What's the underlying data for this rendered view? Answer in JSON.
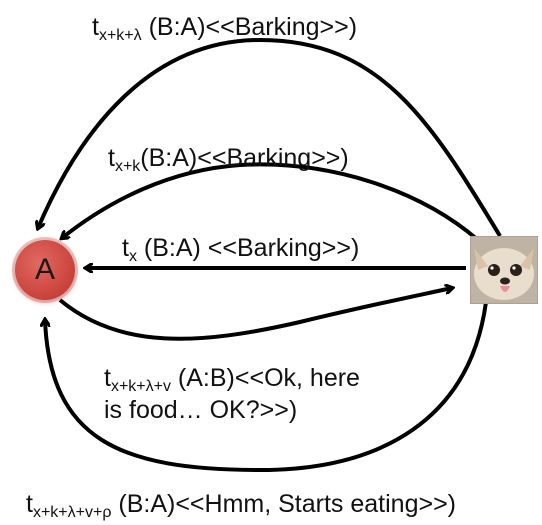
{
  "nodes": {
    "a_label": "A",
    "b_image": "chihuahua-photo"
  },
  "messages": [
    {
      "t": "t",
      "sub": "x",
      "text": " (B:A) <<Barking>>)"
    },
    {
      "t": "t",
      "sub": "x+k",
      "text": "(B:A)<<Barking>>)"
    },
    {
      "t": "t",
      "sub": "x+k+λ",
      "text": " (B:A)<<Barking>>)"
    },
    {
      "t": "t",
      "sub": "x+k+λ+v",
      "text": " (A:B)<<Ok, here",
      "text2": "is food… OK?>>)"
    },
    {
      "t": "t",
      "sub": "x+k+λ+v+ρ",
      "text": " (B:A)<<Hmm, Starts eating>>)"
    }
  ],
  "colors": {
    "node_a": "#cf4a43",
    "arrows": "#000000"
  }
}
